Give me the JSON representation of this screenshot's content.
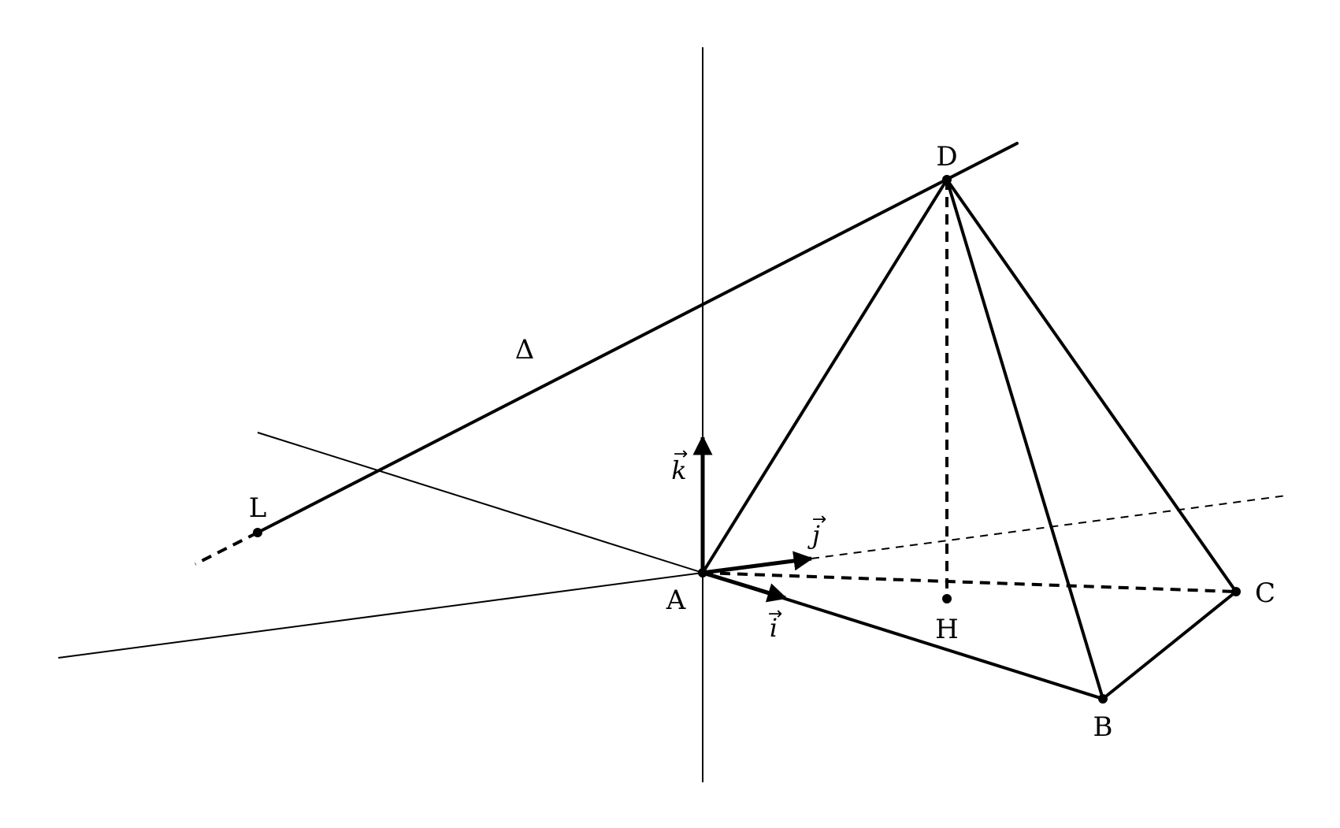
{
  "points": {
    "A": "A",
    "B": "B",
    "C": "C",
    "D": "D",
    "H": "H",
    "L": "L"
  },
  "line_label": "Δ",
  "vectors": {
    "i": "i",
    "j": "j",
    "k": "k",
    "arrow": "→"
  }
}
